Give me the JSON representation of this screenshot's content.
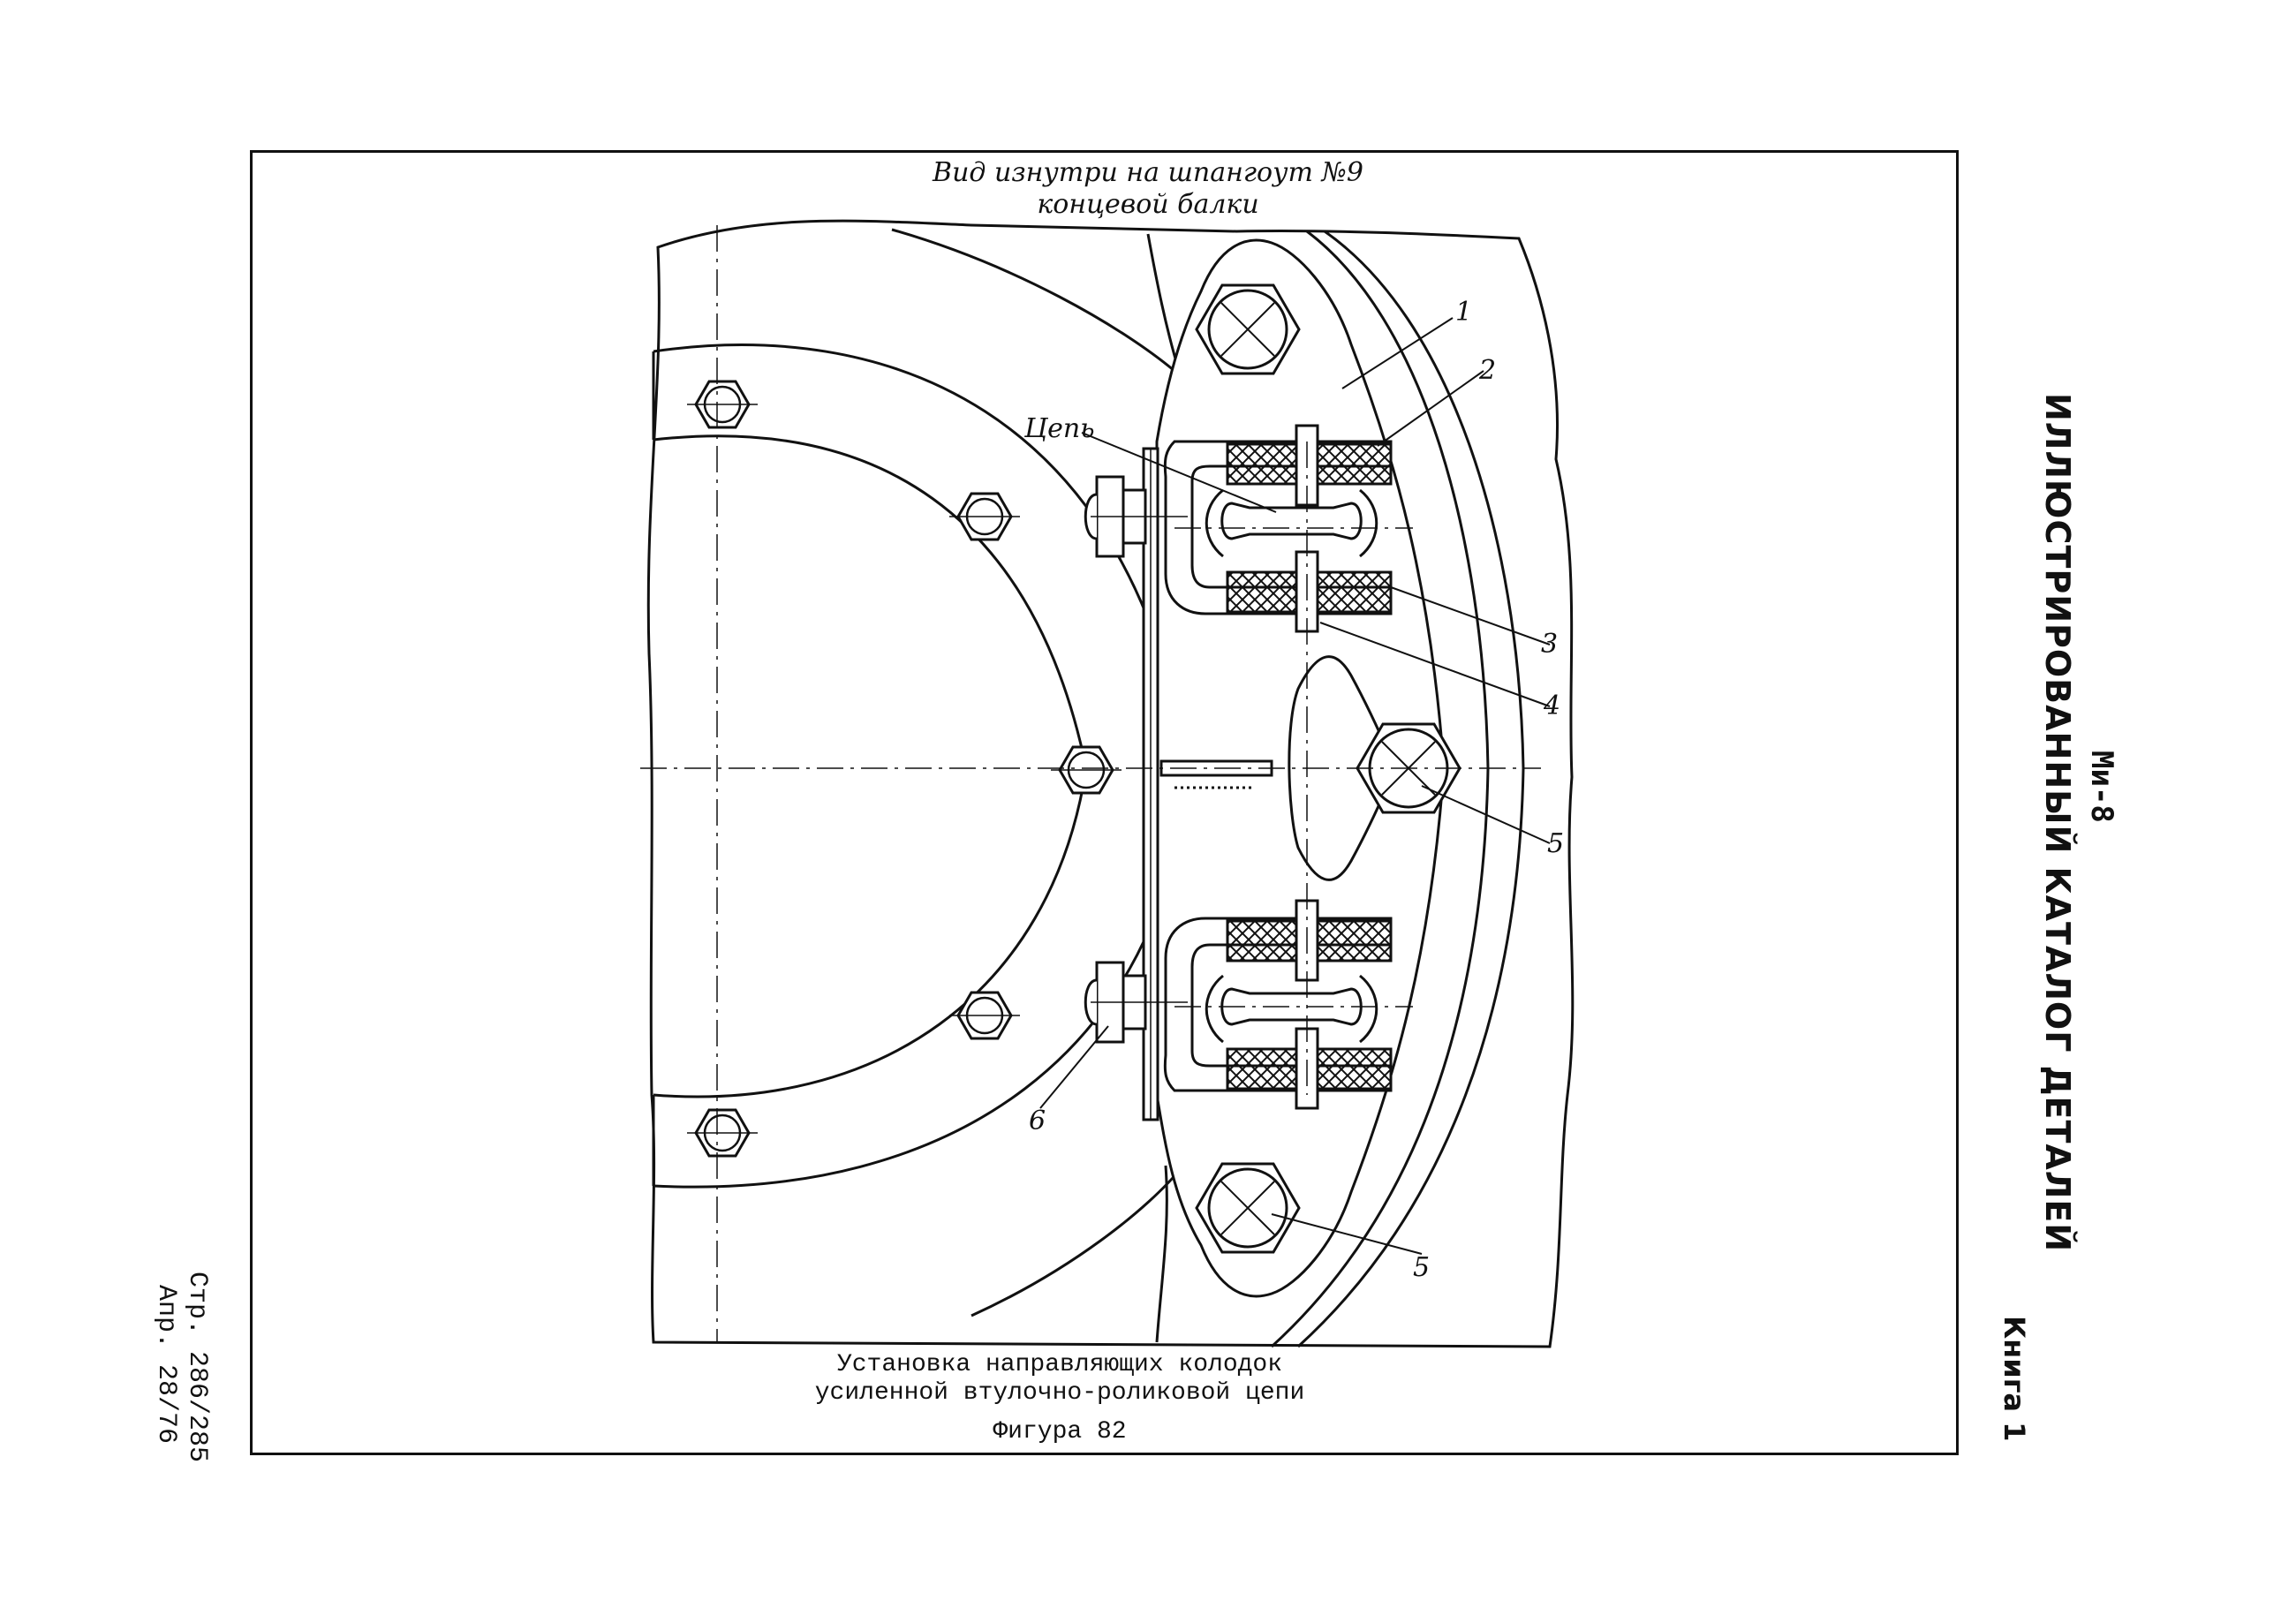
{
  "drawing": {
    "view_title_line1": "Вид изнутри на шпангоут №9",
    "view_title_line2": "концевой балки",
    "caption_line1": "Установка направляющих колодок",
    "caption_line2": "усиленной втулочно-роликовой цепи",
    "figure_label": "Фигура 82"
  },
  "callouts": {
    "chain": "Цепь",
    "c1": "1",
    "c2": "2",
    "c3": "3",
    "c4": "4",
    "c5a": "5",
    "c5b": "5",
    "c6": "6"
  },
  "side_header": {
    "model": "Ми-8",
    "catalog_title": "ИЛЛЮСТРИРОВАННЫЙ КАТАЛОГ ДЕТАЛЕЙ",
    "book": "Книга 1"
  },
  "page_info": {
    "page": "Стр. 286/285",
    "date": "Апр. 28/76"
  }
}
